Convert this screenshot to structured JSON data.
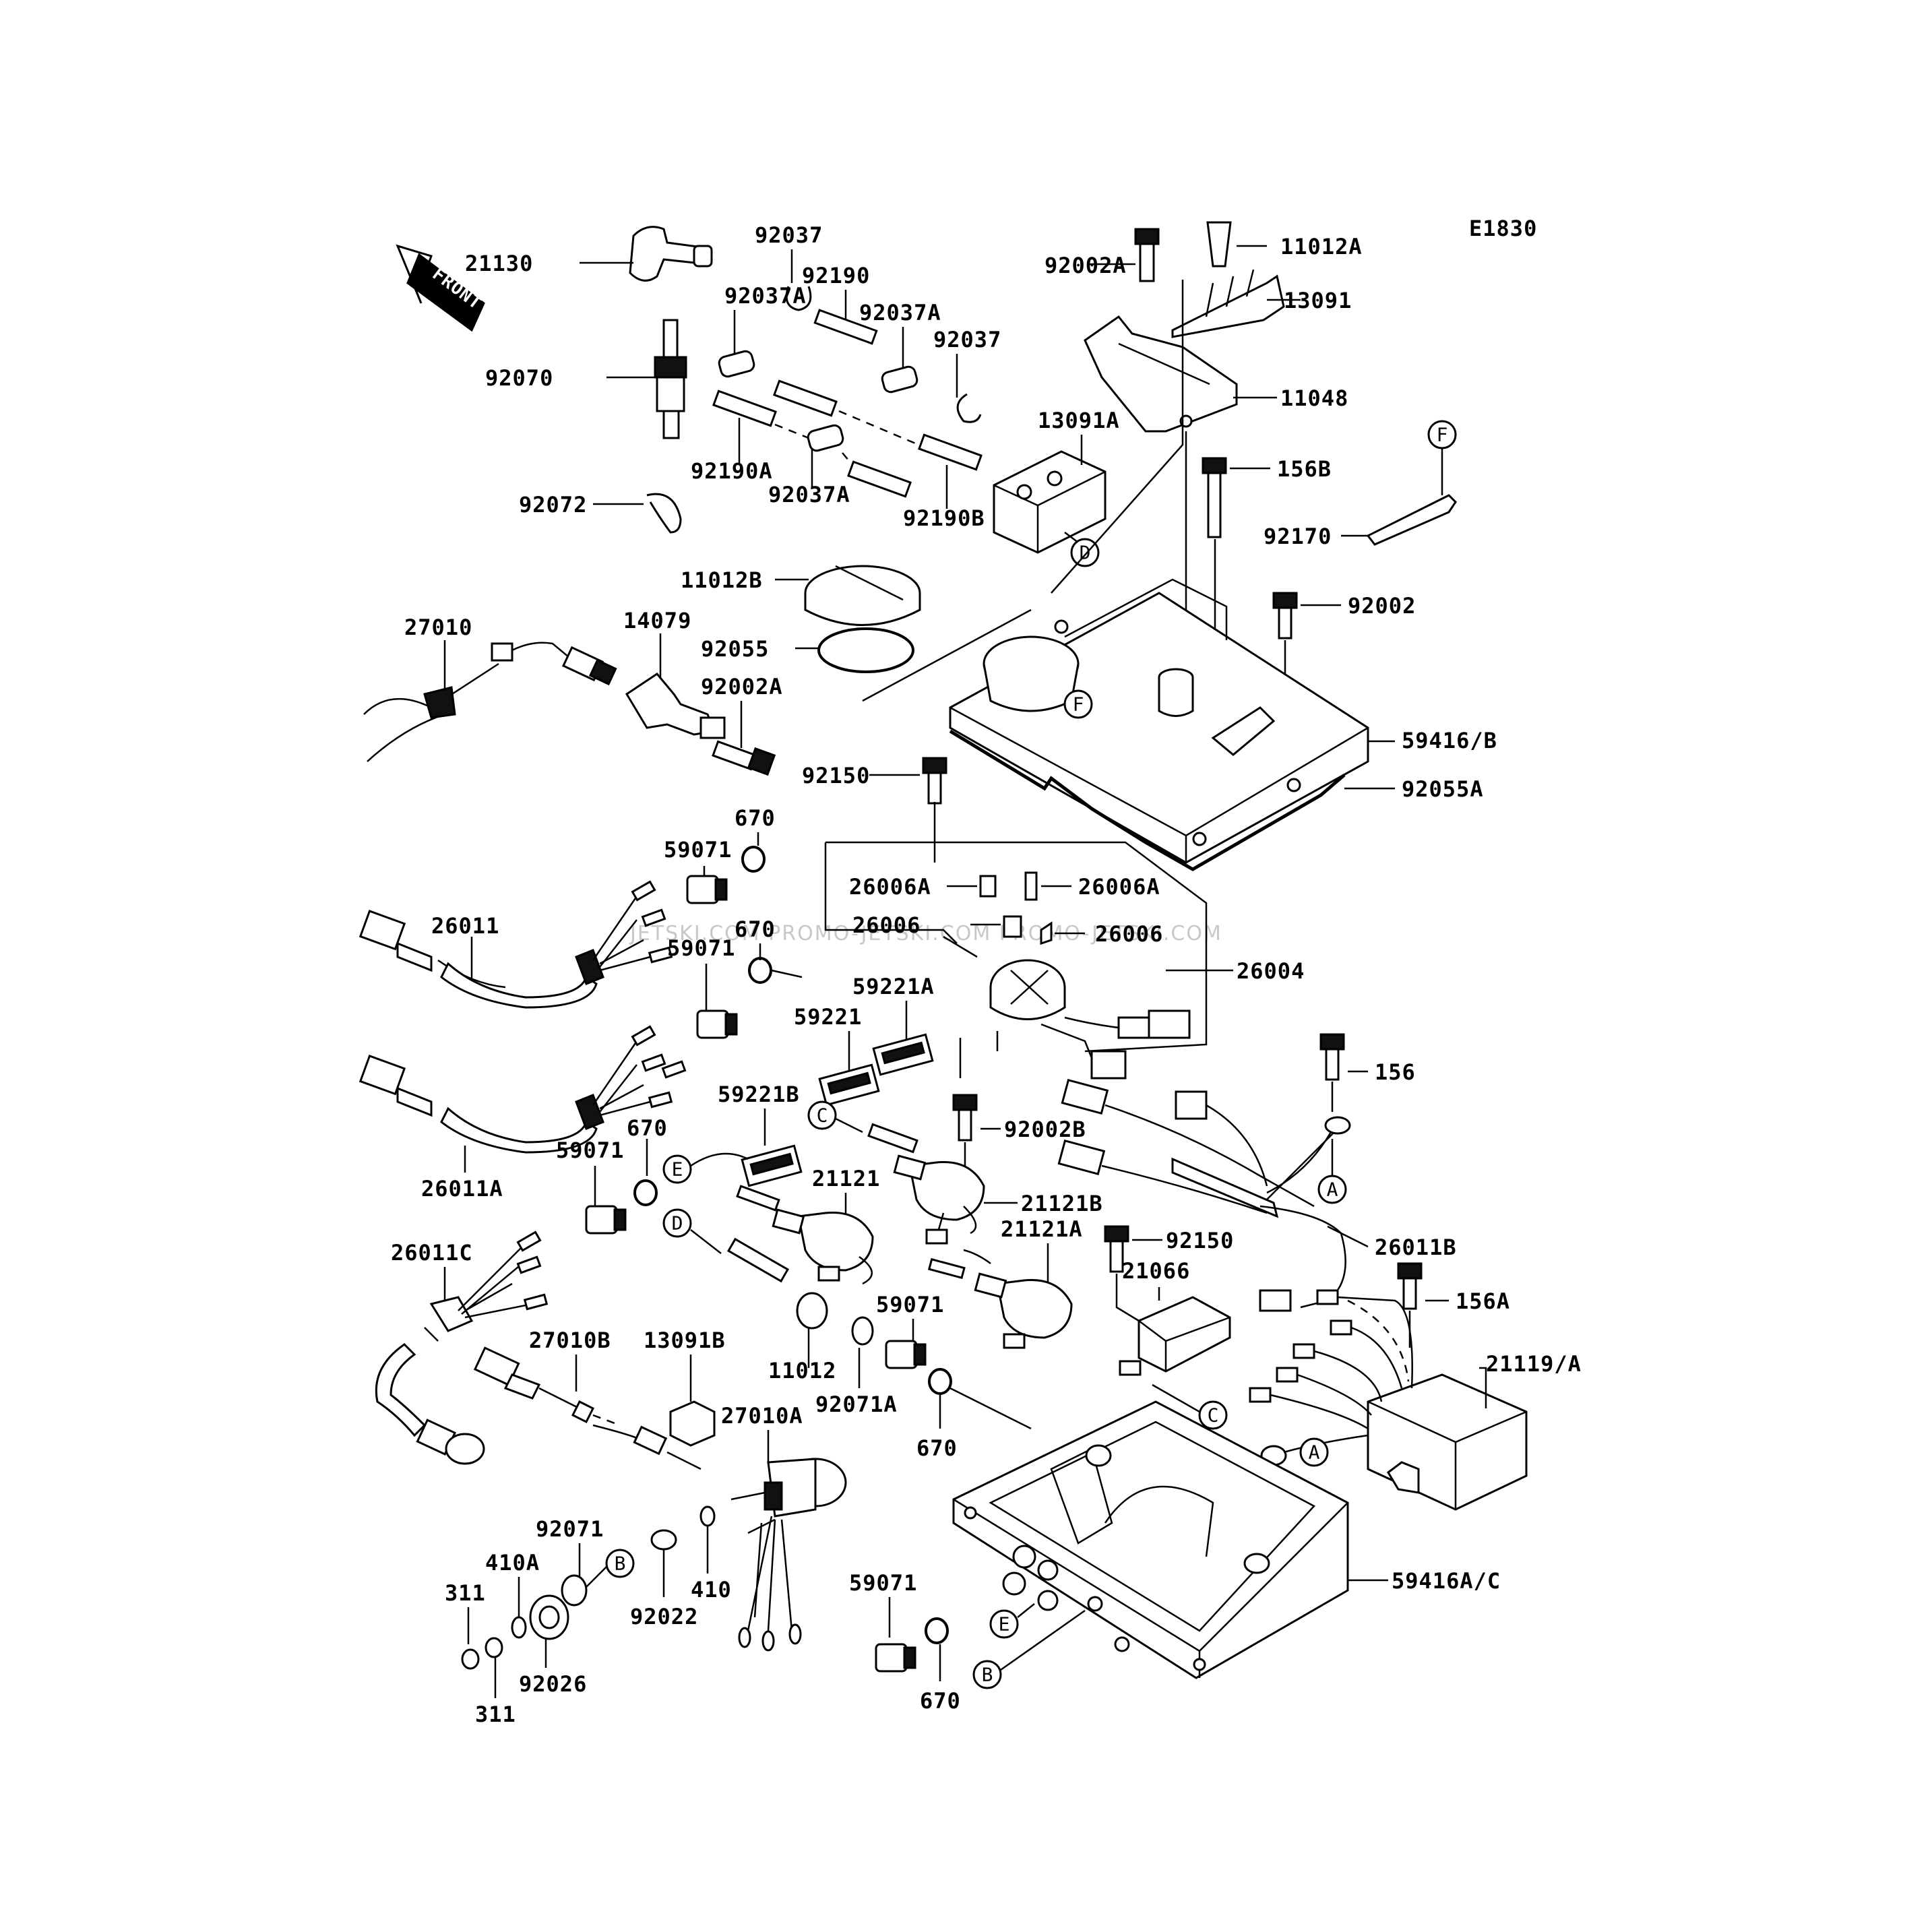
{
  "diagram_code": "E1830",
  "front_label": "FRONT",
  "watermark": "JETSKI.COM    PROMO-JETSKI.COM PROMO-JETSKI.COM",
  "callouts": {
    "A1": "A",
    "A2": "A",
    "B1": "B",
    "B2": "B",
    "C1": "C",
    "C2": "C",
    "D1": "D",
    "D2": "D",
    "E1": "E",
    "E2": "E",
    "F1": "F",
    "F2": "F"
  },
  "parts": {
    "p21130": "21130",
    "p92037_1": "92037",
    "p92190": "92190",
    "p92037A_1": "92037A",
    "p92037A_2": "92037A",
    "p92037_2": "92037",
    "p92070": "92070",
    "p92190A": "92190A",
    "p92037A_3": "92037A",
    "p92190B": "92190B",
    "p92072": "92072",
    "p13091A": "13091A",
    "p92002A_1": "92002A",
    "p11012A": "11012A",
    "p13091": "13091",
    "p11048": "11048",
    "p156B": "156B",
    "p92170": "92170",
    "p11012B": "11012B",
    "p92002": "92002",
    "p27010": "27010",
    "p14079": "14079",
    "p92055": "92055",
    "p92002A_2": "92002A",
    "p59416B": "59416/B",
    "p92055A": "92055A",
    "p92150_1": "92150",
    "p670_1": "670",
    "p59071_1": "59071",
    "p26006A_1": "26006A",
    "p26006A_2": "26006A",
    "p26006_1": "26006",
    "p26006_2": "26006",
    "p26011": "26011",
    "p670_2": "670",
    "p59071_2": "59071",
    "p26004": "26004",
    "p59221A": "59221A",
    "p59221": "59221",
    "p156": "156",
    "p59221B": "59221B",
    "p92002B": "92002B",
    "p670_3": "670",
    "p59071_3": "59071",
    "p26011A": "26011A",
    "p21121": "21121",
    "p21121B": "21121B",
    "p26011B": "26011B",
    "p21121A": "21121A",
    "p92150_2": "92150",
    "p26011C": "26011C",
    "p21066": "21066",
    "p156A": "156A",
    "p59071_4": "59071",
    "p27010B": "27010B",
    "p13091B": "13091B",
    "p11012": "11012",
    "p92071A": "92071A",
    "p21119A": "21119/A",
    "p27010A": "27010A",
    "p670_4": "670",
    "p92071": "92071",
    "p410A": "410A",
    "p311_1": "311",
    "p410": "410",
    "p92022": "92022",
    "p59071_5": "59071",
    "p59416AC": "59416A/C",
    "p92026": "92026",
    "p311_2": "311",
    "p670_5": "670"
  }
}
